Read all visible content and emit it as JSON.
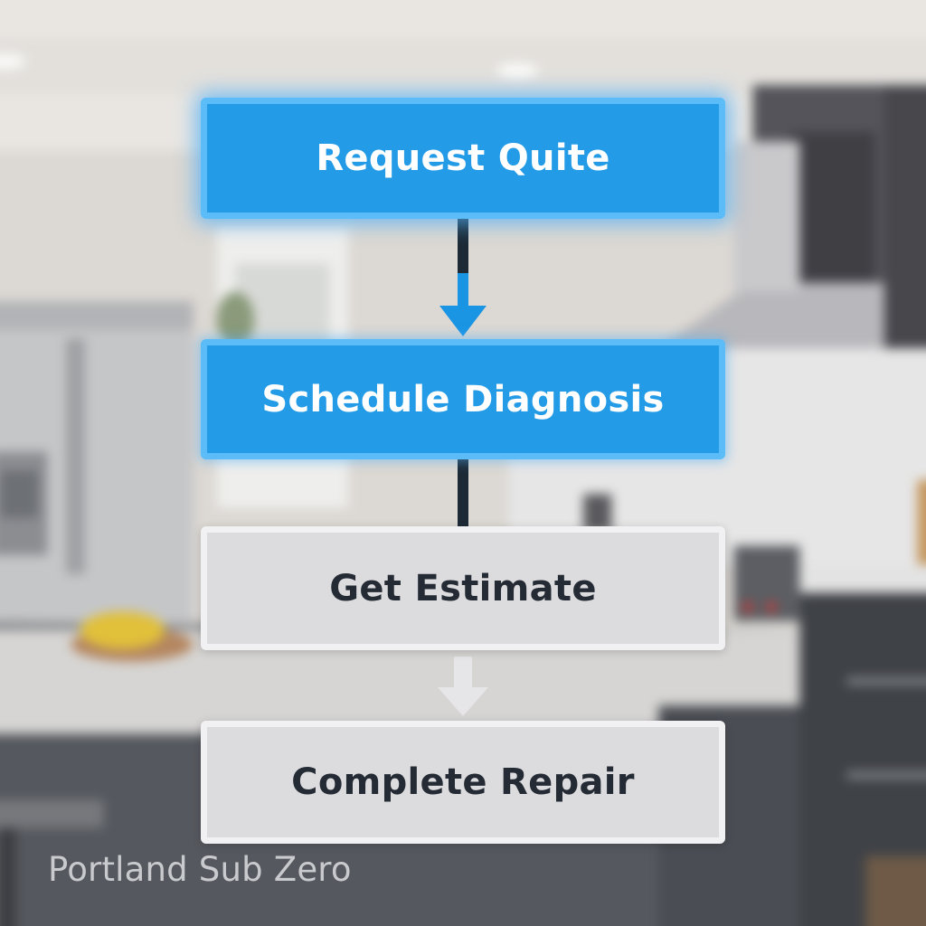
{
  "flow": {
    "steps": [
      {
        "label": "Request Quite",
        "state": "active"
      },
      {
        "label": "Schedule Diagnosis",
        "state": "active"
      },
      {
        "label": "Get Estimate",
        "state": "inactive"
      },
      {
        "label": "Complete Repair",
        "state": "inactive"
      }
    ]
  },
  "watermark": "Portland Sub Zero",
  "colors": {
    "active_fill": "#239be6",
    "active_border": "#5cbcf7",
    "inactive_fill": "#dcdcde",
    "inactive_border": "#f1f1f3",
    "arrow_active": "#1a95e4",
    "arrow_inactive": "#e6e6e8",
    "connector_dark": "#1d2a36"
  }
}
